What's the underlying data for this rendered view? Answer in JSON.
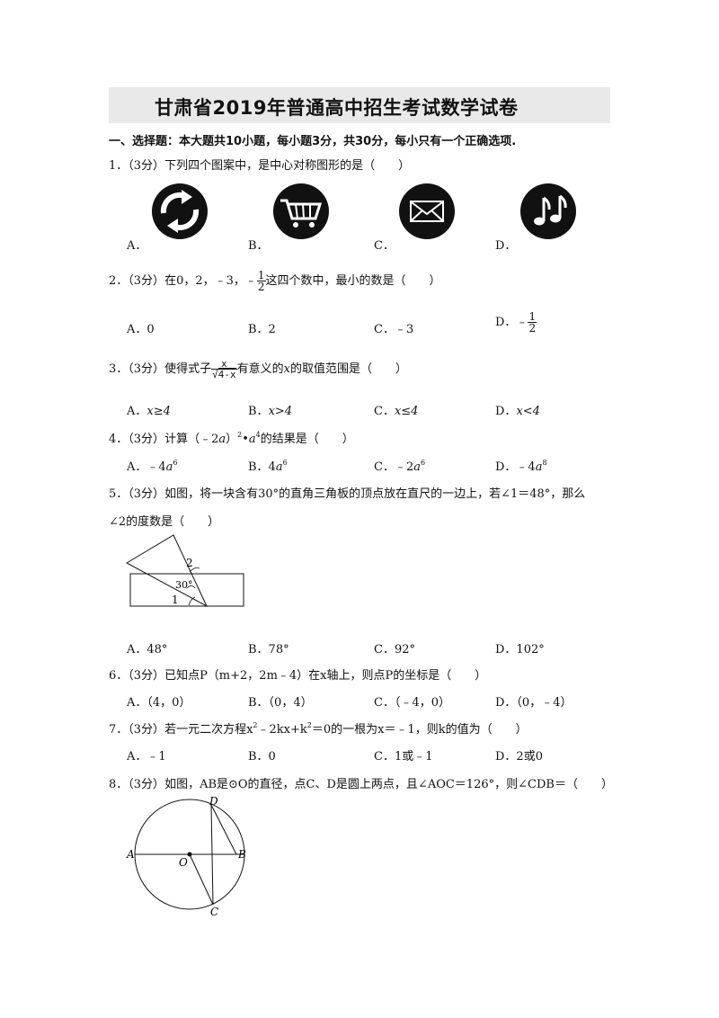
{
  "title": "甘肃省2019年普通高中招生考试数学试卷",
  "section": "一、选择题：本大题共10小题，每小题3分，共30分，每小只有一个正确选项.",
  "q1": {
    "num": "1．",
    "score": "（3分）",
    "text": "下列四个图案中，是中心对称图形的是（　　）",
    "options": [
      "A．",
      "B．",
      "C．",
      "D．"
    ]
  },
  "q2": {
    "num": "2．",
    "score": "（3分）",
    "pre": "在0，2，﹣3，﹣",
    "num_frac": "1",
    "den_frac": "2",
    "post": "这四个数中，最小的数是（　　）",
    "options": [
      "A．0",
      "B．2",
      "C．﹣3",
      "D．﹣"
    ],
    "opt_d_num": "1",
    "opt_d_den": "2"
  },
  "q3": {
    "num": "3．",
    "score": "（3分）",
    "pre": "使得式子",
    "frac_num": "x",
    "frac_den": "4-x",
    "post_a": "有意义的",
    "var": "x",
    "post_b": "的取值范围是（　　）",
    "options": [
      "A．",
      "B．",
      "C．",
      "D．"
    ],
    "opt_vals": [
      "x≥4",
      "x>4",
      "x≤4",
      "x<4"
    ]
  },
  "q4": {
    "num": "4．",
    "score": "（3分）",
    "text_a": "计算（﹣2",
    "var_a": "a",
    "text_b": "）",
    "exp1": "2",
    "dot": "•",
    "var_b": "a",
    "exp2": "4",
    "text_c": "的结果是（　　）",
    "options": [
      "A．﹣4",
      "B．4",
      "C．﹣2",
      "D．﹣4"
    ],
    "opt_exps": [
      "6",
      "6",
      "6",
      "8"
    ]
  },
  "q5": {
    "num": "5．",
    "score": "（3分）",
    "line1": "如图，将一块含有30°的直角三角板的顶点放在直尺的一边上，若∠1＝48°，那么",
    "line2": "∠2的度数是（　　）",
    "fig_labels": [
      "2",
      "30°",
      "1"
    ],
    "options": [
      "A．48°",
      "B．78°",
      "C．92°",
      "D．102°"
    ]
  },
  "q6": {
    "num": "6．",
    "score": "（3分）",
    "text": "已知点P（m+2，2m﹣4）在x轴上，则点P的坐标是（　　）",
    "options": [
      "A．（4，0）",
      "B．（0，4）",
      "C．（﹣4，0）",
      "D．（0，﹣4）"
    ]
  },
  "q7": {
    "num": "7．",
    "score": "（3分）",
    "text_a": "若一元二次方程x",
    "exp1": "2",
    "text_b": "﹣2kx+k",
    "exp2": "2",
    "text_c": "＝0的一根为x＝﹣1，则k的值为（　　）",
    "options": [
      "A．﹣1",
      "B．0",
      "C．1或﹣1",
      "D．2或0"
    ]
  },
  "q8": {
    "num": "8．",
    "score": "（3分）",
    "text": "如图，AB是⊙O的直径，点C、D是圆上两点，且∠AOC＝126°，则∠CDB＝（　　）",
    "fig_labels": [
      "A",
      "B",
      "O",
      "C",
      "D"
    ]
  }
}
